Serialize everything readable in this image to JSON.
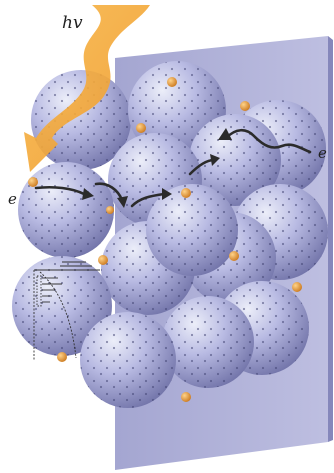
{
  "labels": {
    "light": "hv",
    "electron_left": "e",
    "electron_right": "e"
  },
  "colors": {
    "sphere_light": "#e6e7f7",
    "sphere_mid": "#a9abd9",
    "sphere_dark": "#6d6fa6",
    "plate": "#a7a8d2",
    "plate_edge": "#9fa1cc",
    "photon_arrow": "#f3a535",
    "particle": "#e69a3a",
    "electron_path": "#2b2b2b"
  },
  "icons": [
    "photon-arrow",
    "electron-path-arrow",
    "dye-particle",
    "nanosphere"
  ]
}
